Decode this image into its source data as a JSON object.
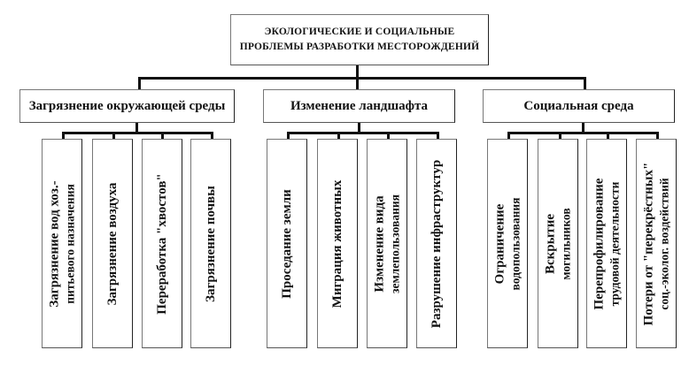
{
  "diagram": {
    "root": {
      "line1": "ЭКОЛОГИЧЕСКИЕ И СОЦИАЛЬНЫЕ",
      "line2": "ПРОБЛЕМЫ РАЗРАБОТКИ МЕСТОРОЖДЕНИЙ"
    },
    "categories": [
      {
        "label": "Загрязнение окружающей среды",
        "items": [
          {
            "line1": "Загрязнение вод хоз.-",
            "line2": "питьевого назначения"
          },
          {
            "line1": "Загрязнение воздуха",
            "line2": ""
          },
          {
            "line1": "Переработка \"хвостов\"",
            "line2": ""
          },
          {
            "line1": "Загрязнение почвы",
            "line2": ""
          }
        ]
      },
      {
        "label": "Изменение ландшафта",
        "items": [
          {
            "line1": "Проседание земли",
            "line2": ""
          },
          {
            "line1": "Миграция животных",
            "line2": ""
          },
          {
            "line1": "Изменение вида",
            "line2": "землепользования"
          },
          {
            "line1": "Разрушение инфраструктур",
            "line2": ""
          }
        ]
      },
      {
        "label": "Социальная среда",
        "items": [
          {
            "line1": "Ограничение",
            "line2": "водопользования"
          },
          {
            "line1": "Вскрытие",
            "line2": "могильников"
          },
          {
            "line1": "Перепрофилирование",
            "line2": "трудовой деятельности"
          },
          {
            "line1": "Потери от \"перекрёстных\"",
            "line2": "соц.-эколог. воздействий"
          }
        ]
      }
    ]
  }
}
